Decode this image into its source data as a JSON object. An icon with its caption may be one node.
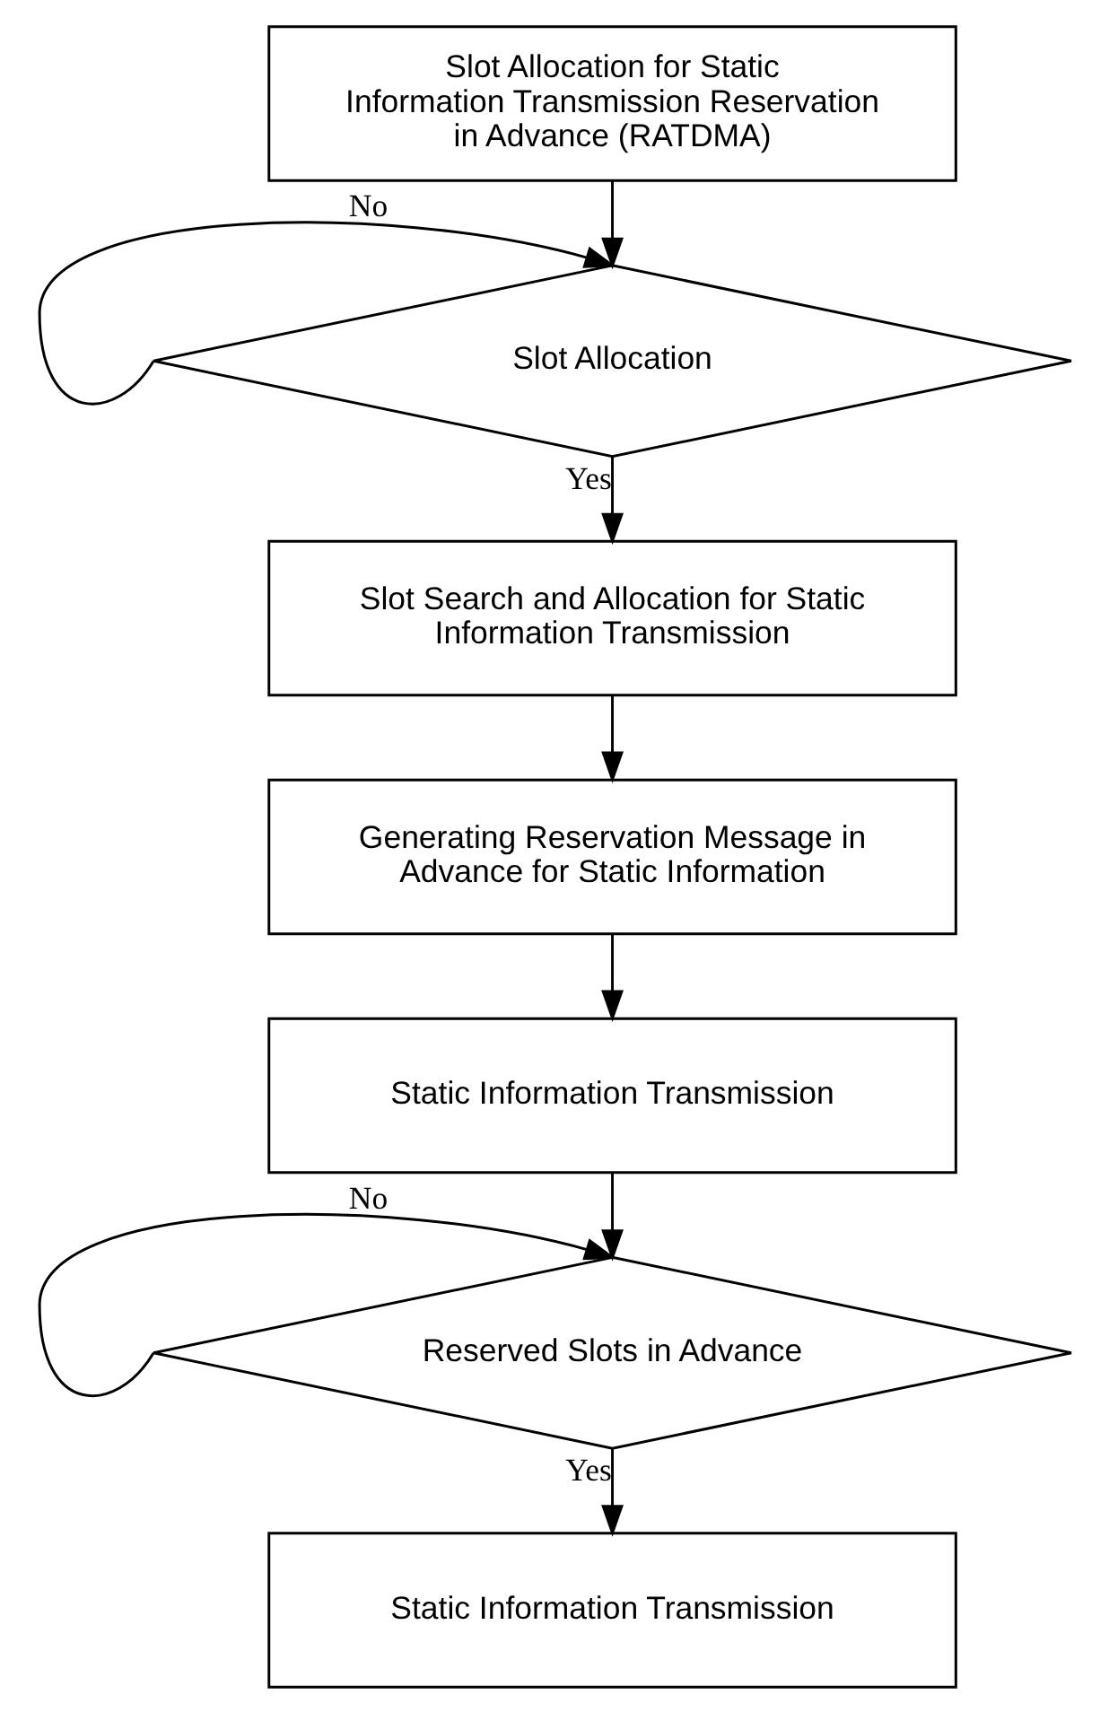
{
  "diagram": {
    "nodes": [
      {
        "text": [
          "Slot Allocation for Static Information Transmission Reservation in Advance (RATDMA)"
        ]
      },
      {
        "text": [
          "Slot Allocation"
        ]
      },
      {
        "text": [
          "Slot Search and Allocation for Static Information Transmission"
        ]
      },
      {
        "text": [
          "Generating Reservation Message in Advance for Static Information"
        ]
      },
      {
        "text": [
          "Static Information Transmission"
        ]
      },
      {
        "text": [
          "Reserved Slots in Advance"
        ]
      },
      {
        "text": [
          "Static Information Transmission"
        ]
      }
    ],
    "edges": [
      {
        "from": 0,
        "to": 1,
        "arrow": "to"
      },
      {
        "from": 1,
        "to": 1,
        "arrow": "to",
        "label": "No"
      },
      {
        "from": 1,
        "to": 2,
        "arrow": "to",
        "label": "Yes"
      },
      {
        "from": 2,
        "to": 3,
        "arrow": "to"
      },
      {
        "from": 3,
        "to": 4,
        "arrow": "to"
      },
      {
        "from": 4,
        "to": 5,
        "arrow": "to"
      },
      {
        "from": 5,
        "to": 5,
        "arrow": "to",
        "label": "No"
      },
      {
        "from": 5,
        "to": 6,
        "arrow": "to",
        "label": "Yes"
      }
    ]
  }
}
